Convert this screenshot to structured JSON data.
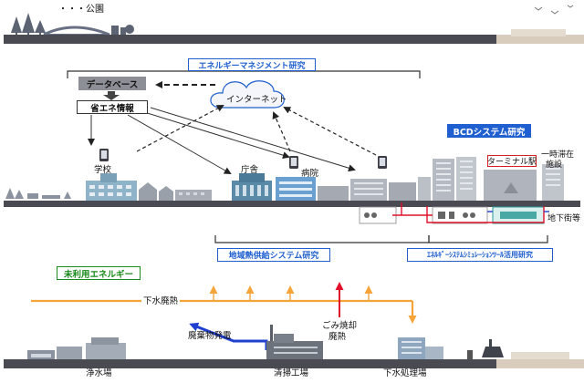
{
  "park_label": "・・・公園",
  "research": {
    "energy_management": "エネルギーマネジメント研究",
    "bcd_system": "BCDシステム研究",
    "district_heating": "地域熱供給システム研究",
    "energy_simulation": "ｴﾈﾙｷﾞｰｼｽﾃﾑｼﾐｭﾚｰｼｮﾝﾂｰﾙ活用研究",
    "unused_energy": "未利用エネルギー"
  },
  "nodes": {
    "database": "データベース",
    "energy_saving_info": "省エネ情報",
    "internet": "インターネット"
  },
  "buildings": {
    "school": "学校",
    "government_office": "庁舎",
    "hospital": "病院",
    "terminal_station": "ターミナル駅",
    "temporary_stay_facility_line1": "一時滞在",
    "temporary_stay_facility_line2": "施設",
    "underground_mall": "地下街等"
  },
  "energy_flows": {
    "sewage_heat": "下水廃熱",
    "waste_power": "廃棄物発電",
    "incineration_heat_line1": "ごみ焼却",
    "incineration_heat_line2": "廃熱"
  },
  "plants": {
    "water_purification": "浄水場",
    "cleaning_plant": "清掃工場",
    "sewage_treatment": "下水処理場"
  },
  "colors": {
    "header_blue": "#1f5fcf",
    "ground": "#4a4a52",
    "orange_flow": "#f5a43a",
    "red_flow": "#e0102a",
    "blue_flow": "#1f3fd0",
    "green_label": "#1a8a1a",
    "station_red": "#d42020"
  }
}
